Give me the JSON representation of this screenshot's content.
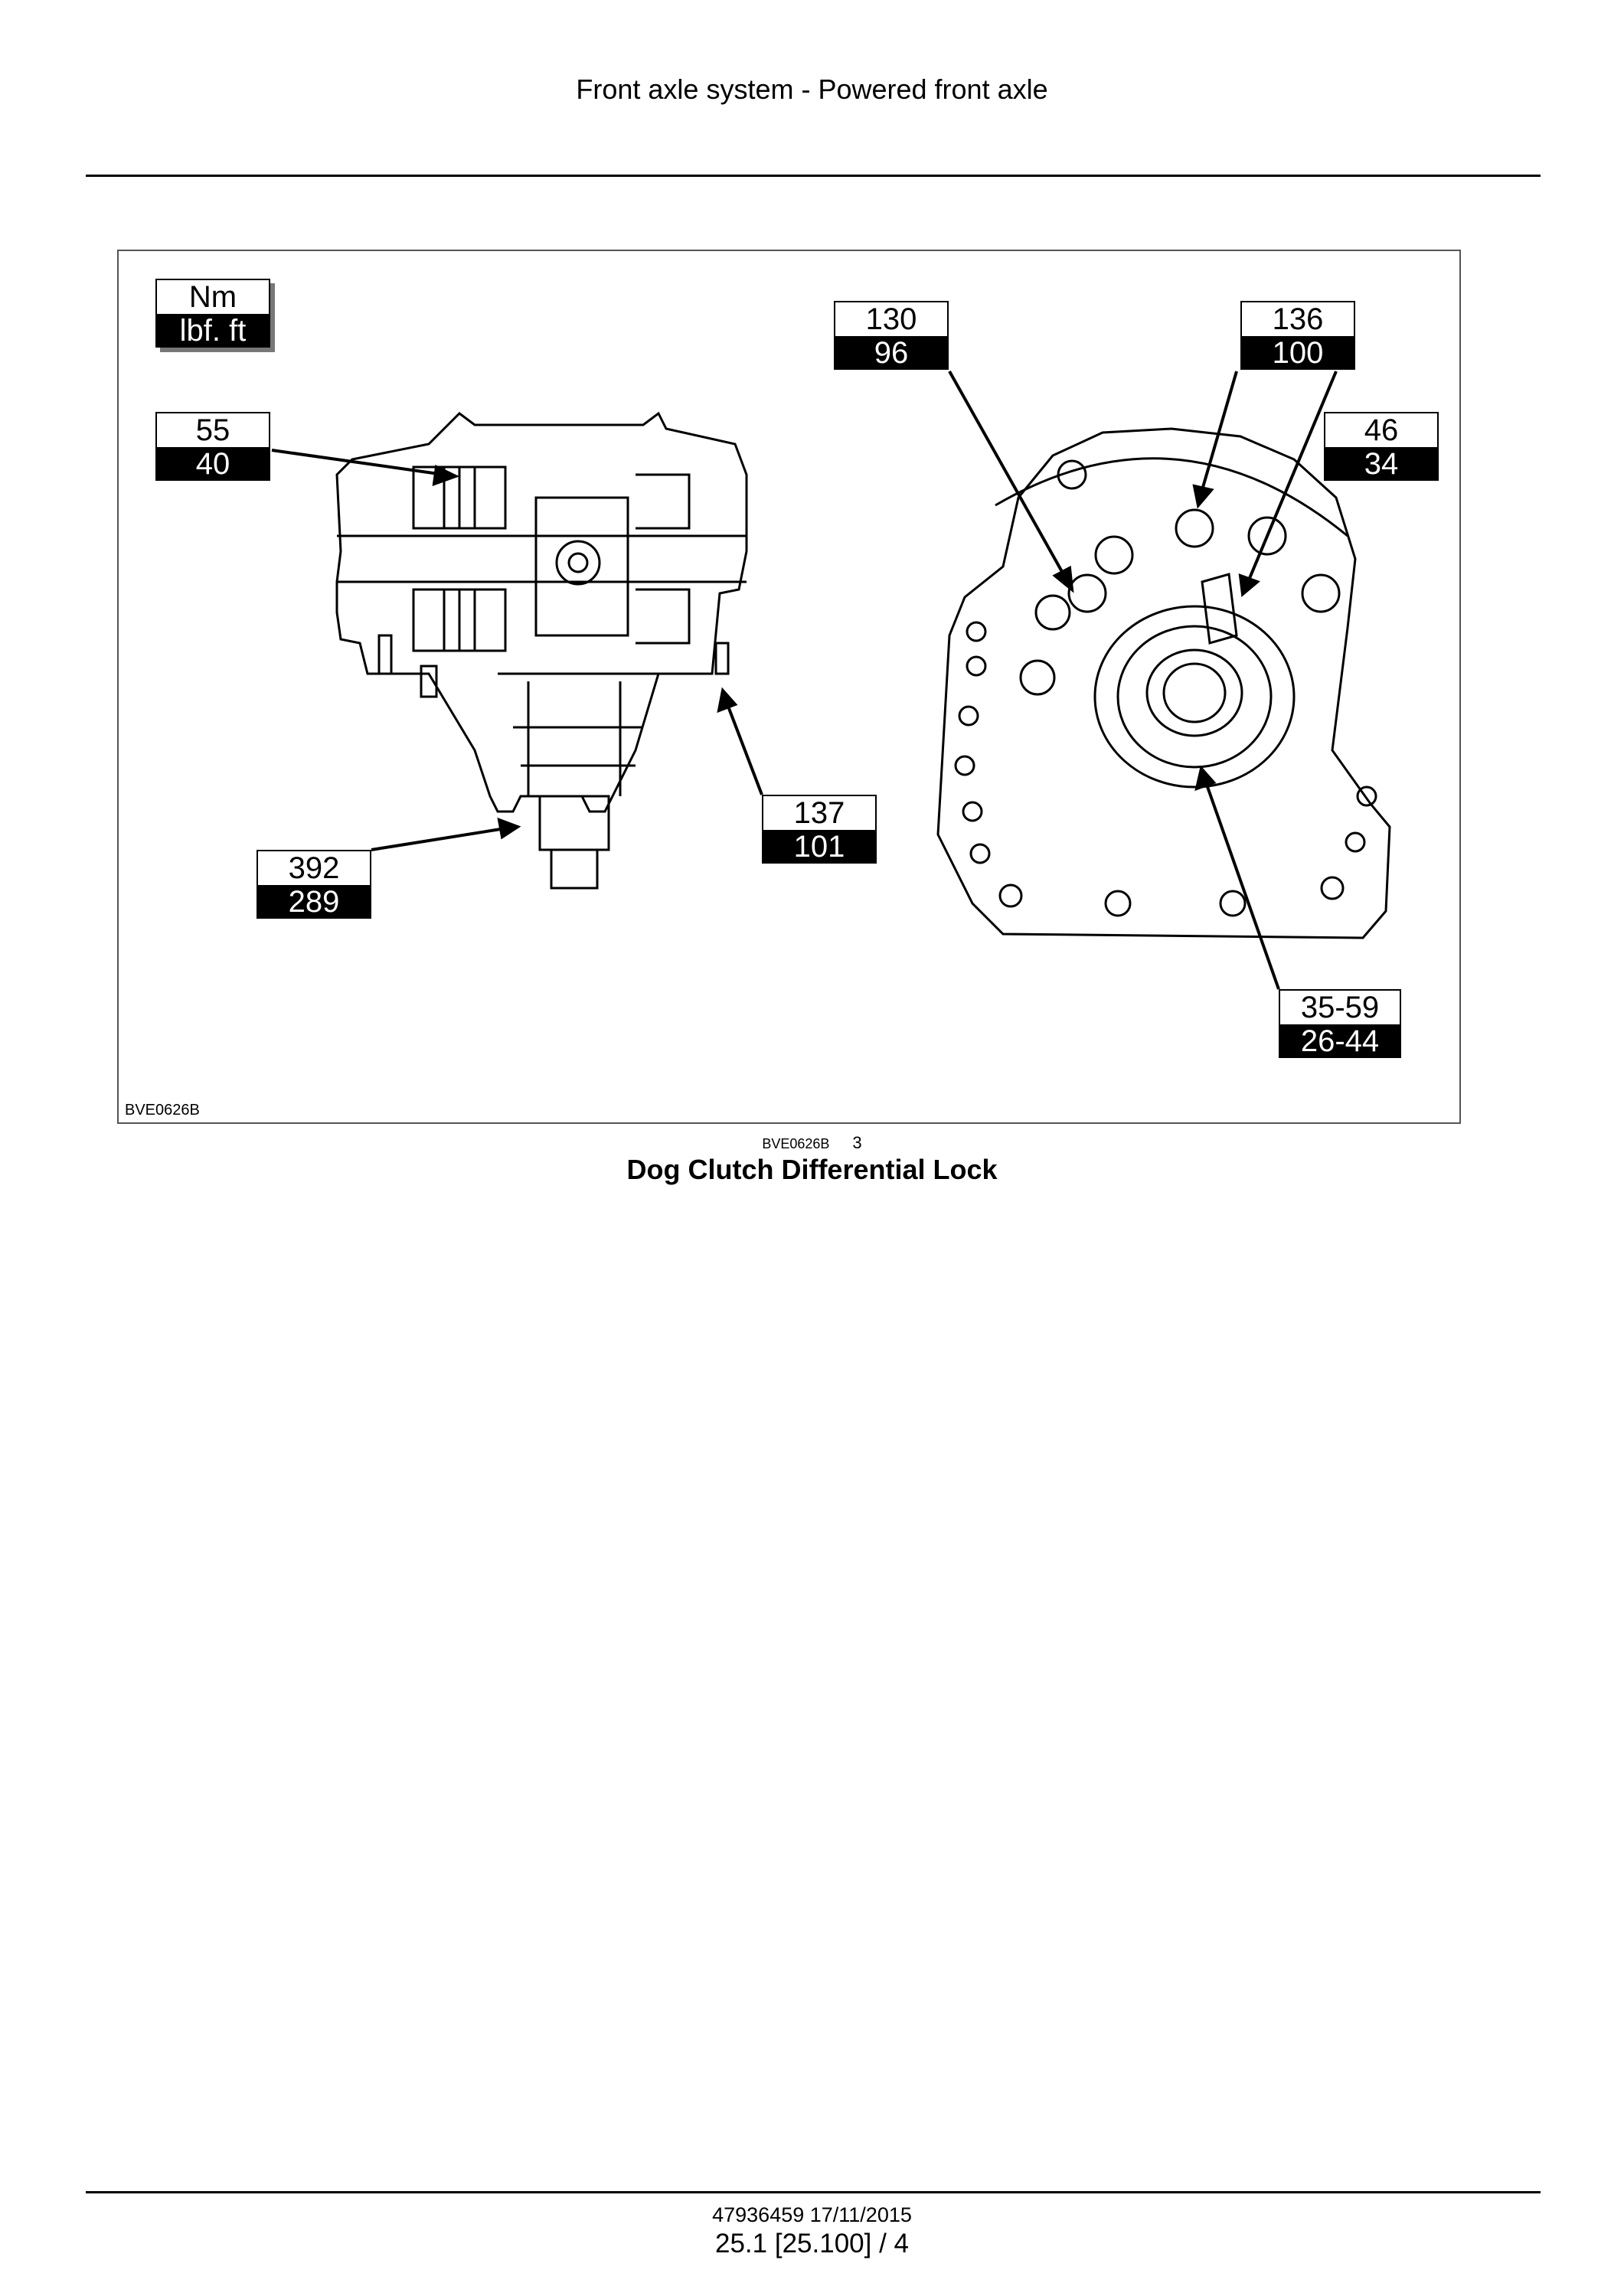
{
  "header": {
    "title": "Front axle system - Powered front axle"
  },
  "figure": {
    "code": "BVE0626B",
    "unit_box": {
      "top": "Nm",
      "bottom": "lbf. ft"
    },
    "torque_labels": [
      {
        "nm": "55",
        "lbfft": "40"
      },
      {
        "nm": "392",
        "lbfft": "289"
      },
      {
        "nm": "130",
        "lbfft": "96"
      },
      {
        "nm": "136",
        "lbfft": "100"
      },
      {
        "nm": "46",
        "lbfft": "34"
      },
      {
        "nm": "137",
        "lbfft": "101"
      },
      {
        "nm": "35-59",
        "lbfft": "26-44"
      }
    ]
  },
  "caption": {
    "code": "BVE0626B",
    "number": "3",
    "title": "Dog Clutch Differential Lock"
  },
  "footer": {
    "doc_date": "47936459 17/11/2015",
    "page_ref": "25.1 [25.100] / 4"
  }
}
